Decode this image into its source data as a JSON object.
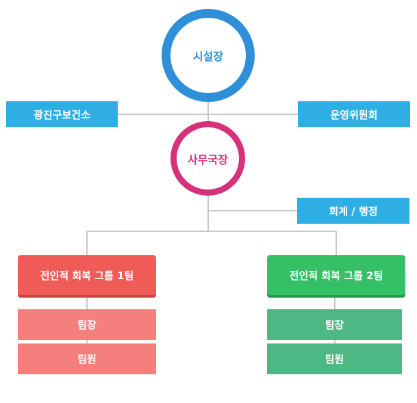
{
  "org": {
    "director": "시설장",
    "secretary": "사무국장",
    "health_center": "광진구보건소",
    "committee": "운영위원회",
    "admin": "회계 / 행정",
    "team1": {
      "title": "전인적 회복 그룹 1팀",
      "leader": "팀장",
      "member": "팀원"
    },
    "team2": {
      "title": "전인적 회복 그룹 2팀",
      "leader": "팀장",
      "member": "팀원"
    }
  },
  "colors": {
    "director": "#2f8fd8",
    "secretary": "#d6327b",
    "side_box": "#2eaee2",
    "team1": "#ef5b57",
    "team1_sub": "#f47f7d",
    "team2": "#35c065",
    "team2_sub": "#4db884",
    "connector": "#c8c8c8"
  }
}
